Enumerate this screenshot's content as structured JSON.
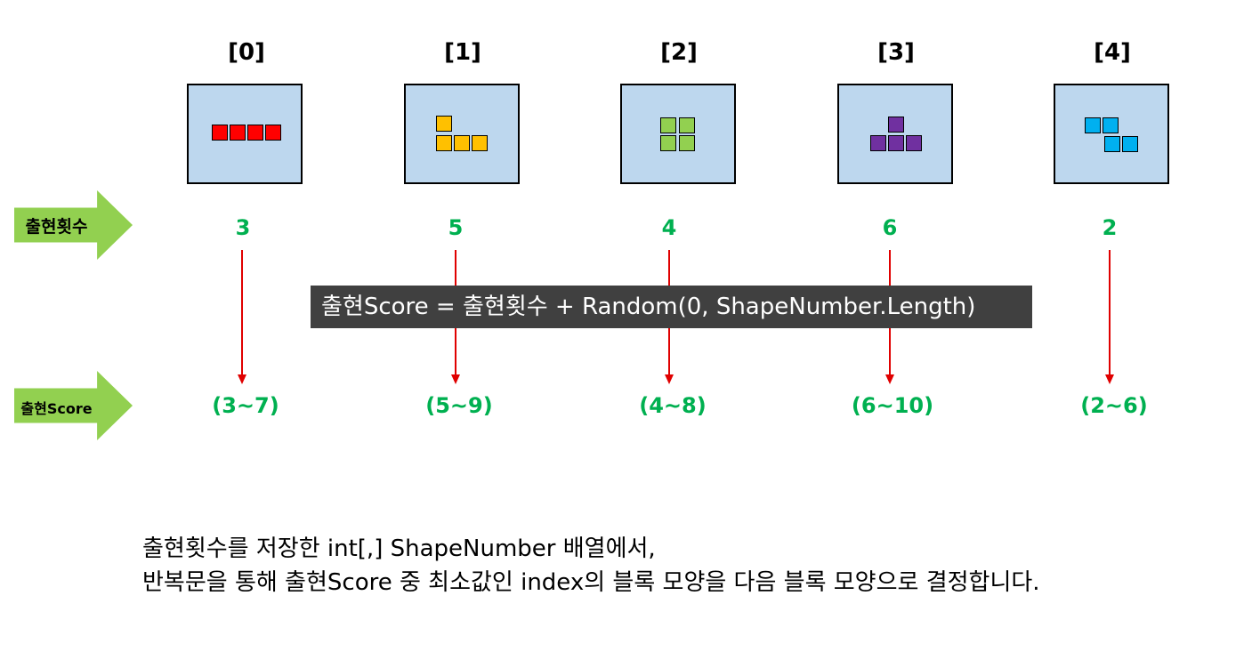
{
  "indices": [
    "[0]",
    "[1]",
    "[2]",
    "[3]",
    "[4]"
  ],
  "counts": [
    "3",
    "5",
    "4",
    "6",
    "2"
  ],
  "ranges": [
    "(3~7)",
    "(5~9)",
    "(4~8)",
    "(6~10)",
    "(2~6)"
  ],
  "row_labels": {
    "count": "출현횟수",
    "score": "출현Score"
  },
  "formula": "출현Score = 출현횟수 + Random(0, ShapeNumber.Length)",
  "description": [
    "출현횟수를 저장한 int[,] ShapeNumber 배열에서,",
    "반복문을 통해 출현Score 중 최소값인 index의 블록 모양을 다음 블록 모양으로 결정합니다."
  ],
  "colors": {
    "box_bg": "#bdd7ee",
    "count_text": "#00b050",
    "arrow": "#e00000",
    "green_arrow": "#92d050",
    "formula_bg": "#404040",
    "blocks": [
      "#ff0000",
      "#ffc000",
      "#92d050",
      "#7030a0",
      "#00b0f0"
    ]
  }
}
